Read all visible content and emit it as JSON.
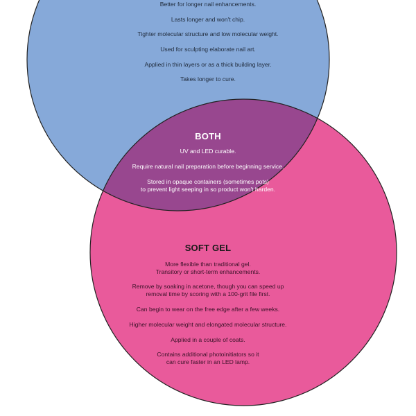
{
  "colors": {
    "hard_gel_fill": "#86a9d9",
    "soft_gel_fill": "#e95a9b",
    "overlap_fill": "#98478f",
    "outline": "#222222"
  },
  "hard_gel": {
    "items": [
      "Better for longer nail enhancements.",
      "Lasts longer and won't chip.",
      "Tighter molecular structure and low molecular weight.",
      "Used for sculpting elaborate nail art.",
      "Applied in thin layers or as a thick building layer.",
      "Takes longer to cure."
    ]
  },
  "both": {
    "title": "BOTH",
    "items": [
      "UV and LED curable.",
      "Require natural nail preparation before beginning service.",
      "Stored in opaque containers (sometimes pots)\nto prevent light seeping in so product won't harden."
    ]
  },
  "soft_gel": {
    "title": "SOFT GEL",
    "items": [
      "More flexible than traditional gel.\nTransitory or short-term enhancements.",
      "Remove by soaking in acetone, though you can speed up\nremoval time by scoring with a 100-grit file first.",
      "Can begin to wear on the free edge after a few weeks.",
      "Higher molecular weight and elongated molecular structure.",
      "Applied in a couple of coats.",
      "Contains additional photoinitiators so it\ncan cure faster in an LED lamp."
    ]
  }
}
